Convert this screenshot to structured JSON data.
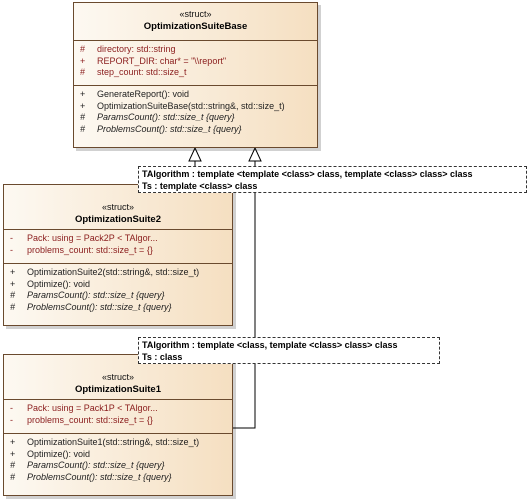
{
  "classes": {
    "base": {
      "stereotype": "«struct»",
      "name": "OptimizationSuiteBase",
      "attributes": [
        {
          "vis": "#",
          "text": "directory: std::string"
        },
        {
          "vis": "+",
          "text": "REPORT_DIR: char* = \"\\\\report\""
        },
        {
          "vis": "#",
          "text": "step_count: std::size_t"
        }
      ],
      "operations": [
        {
          "vis": "+",
          "text": "GenerateReport(): void"
        },
        {
          "vis": "+",
          "text": "OptimizationSuiteBase(std::string&, std::size_t)"
        },
        {
          "vis": "#",
          "text": "ParamsCount(): std::size_t {query}"
        },
        {
          "vis": "#",
          "text": "ProblemsCount(): std::size_t {query}"
        }
      ]
    },
    "suite2": {
      "stereotype": "«struct»",
      "name": "OptimizationSuite2",
      "attributes": [
        {
          "vis": "-",
          "text": "Pack: using = Pack2P < TAlgor..."
        },
        {
          "vis": "-",
          "text": "problems_count: std::size_t = {}"
        }
      ],
      "operations": [
        {
          "vis": "+",
          "text": "OptimizationSuite2(std::string&, std::size_t)"
        },
        {
          "vis": "+",
          "text": "Optimize(): void"
        },
        {
          "vis": "#",
          "text": "ParamsCount(): std::size_t {query}"
        },
        {
          "vis": "#",
          "text": "ProblemsCount(): std::size_t {query}"
        }
      ]
    },
    "suite1": {
      "stereotype": "«struct»",
      "name": "OptimizationSuite1",
      "attributes": [
        {
          "vis": "-",
          "text": "Pack: using = Pack1P < TAlgor..."
        },
        {
          "vis": "-",
          "text": "problems_count: std::size_t = {}"
        }
      ],
      "operations": [
        {
          "vis": "+",
          "text": "OptimizationSuite1(std::string&, std::size_t)"
        },
        {
          "vis": "+",
          "text": "Optimize(): void"
        },
        {
          "vis": "#",
          "text": "ParamsCount(): std::size_t {query}"
        },
        {
          "vis": "#",
          "text": "ProblemsCount(): std::size_t {query}"
        }
      ]
    }
  },
  "templates": {
    "suite2": {
      "line1": "TAlgorithm : template <template <class> class, template <class> class> class",
      "line2": "Ts : template <class> class"
    },
    "suite1": {
      "line1": "TAlgorithm : template <class, template <class> class> class",
      "line2": "Ts : class"
    }
  },
  "colors": {
    "attribute_text": "#8a1c1c",
    "operation_text": "#1d1d1d",
    "class_border": "#6a4a2e",
    "class_fill_light": "#fdf9f2",
    "class_fill_dark": "#f5dfc1"
  }
}
